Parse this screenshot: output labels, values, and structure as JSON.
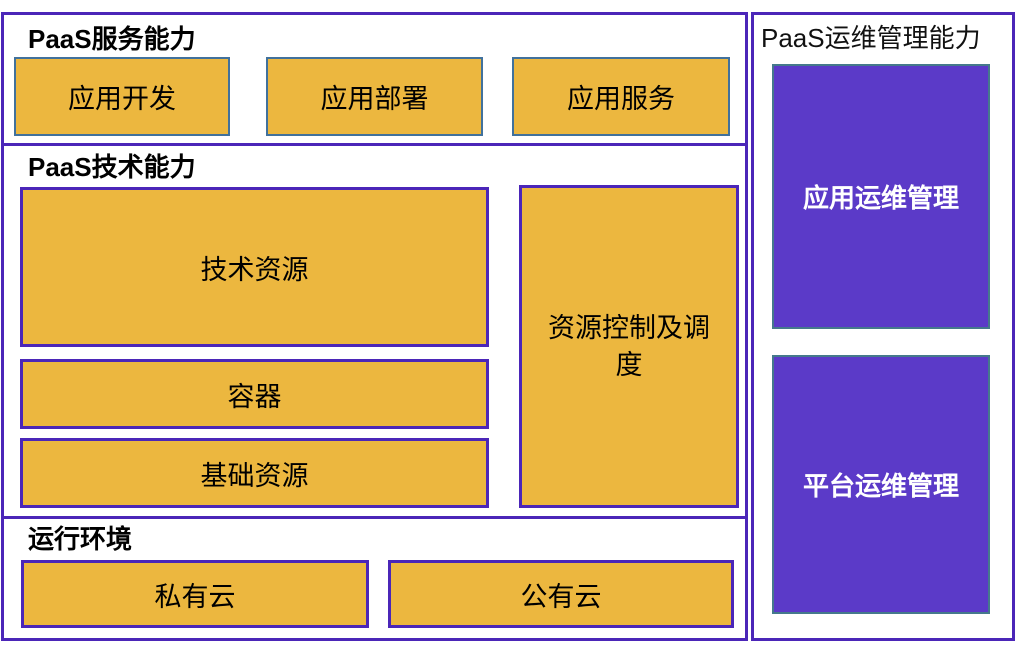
{
  "colors": {
    "panel_border_purple": "#4b26b8",
    "box_fill_gold": "#ecb73f",
    "box_border_steel_blue": "#41719c",
    "box_fill_violet": "#5b3ac8",
    "box_border_teal": "#45798c",
    "text_dark": "#000000",
    "text_light": "#ffffff"
  },
  "left_panel": {
    "service_section": {
      "title": "PaaS服务能力",
      "boxes": [
        "应用开发",
        "应用部署",
        "应用服务"
      ]
    },
    "tech_section": {
      "title": "PaaS技术能力",
      "stack_boxes": [
        "技术资源",
        "容器",
        "基础资源"
      ],
      "side_box": "资源控制及调度"
    },
    "runtime_section": {
      "title": "运行环境",
      "boxes": [
        "私有云",
        "公有云"
      ]
    }
  },
  "right_panel": {
    "title": "PaaS运维管理能力",
    "boxes": [
      "应用运维管理",
      "平台运维管理"
    ]
  }
}
